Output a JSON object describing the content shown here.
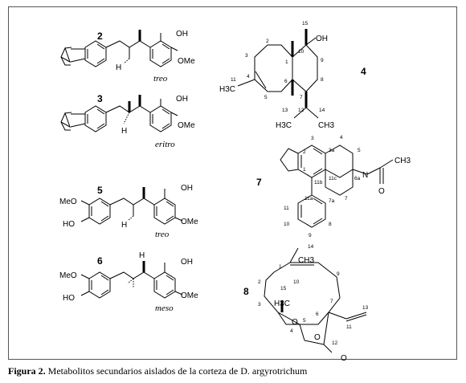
{
  "caption": {
    "label": "Figura 2.",
    "text": "Metabolitos secundarios aislados de la corteza de D. argyrotrichum"
  },
  "compounds": [
    {
      "number": "2",
      "stereo": "treo",
      "substituents": [
        "OH",
        "OMe"
      ],
      "h_label": "H"
    },
    {
      "number": "3",
      "stereo": "eritro",
      "substituents": [
        "OH",
        "OMe"
      ],
      "h_label": "H"
    },
    {
      "number": "5",
      "stereo": "treo",
      "substituents": [
        "MeO",
        "HO",
        "OH",
        "OMe"
      ],
      "h_label": "H"
    },
    {
      "number": "6",
      "stereo": "meso",
      "substituents": [
        "MeO",
        "HO",
        "OH",
        "OMe"
      ],
      "h_label": "H"
    },
    {
      "number": "4",
      "groups": [
        "OH",
        "H3C",
        "H3C",
        "CH3"
      ],
      "locants": [
        "15",
        "10",
        "1",
        "2",
        "3",
        "4",
        "5",
        "6",
        "7",
        "8",
        "9",
        "11",
        "12",
        "13",
        "14"
      ]
    },
    {
      "number": "7",
      "groups": [
        "N",
        "CH3",
        "O"
      ],
      "locants": [
        "3",
        "3a",
        "4",
        "5",
        "6a",
        "1",
        "2",
        "11b",
        "11c",
        "11a",
        "7a",
        "7",
        "11",
        "10",
        "9",
        "8"
      ]
    },
    {
      "number": "8",
      "groups": [
        "CH3",
        "H3C",
        "O",
        "O",
        "O"
      ],
      "locants": [
        "14",
        "1",
        "10",
        "2",
        "15",
        "9",
        "3",
        "4",
        "5",
        "6",
        "7",
        "11",
        "12",
        "13"
      ]
    }
  ]
}
